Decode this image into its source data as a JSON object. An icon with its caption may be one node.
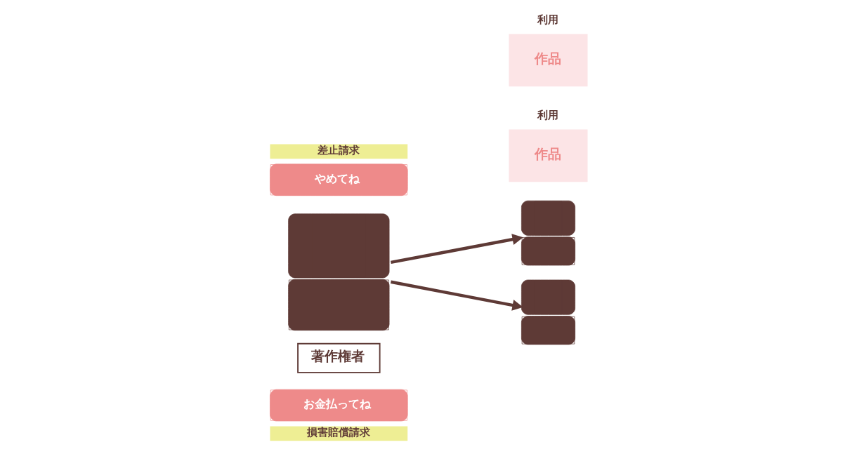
{
  "diagram": {
    "nodes": [
      {
        "text": [],
        "shape": "person"
      },
      {
        "text": [
          "著作権者"
        ]
      },
      {
        "text": [
          "差止請求",
          "やめてね"
        ]
      },
      {
        "text": [],
        "shape": "person"
      },
      {
        "text": [
          "利用",
          "作品"
        ]
      },
      {
        "text": [
          "お金払ってね",
          "損害賠償請求"
        ]
      },
      {
        "text": [],
        "shape": "person"
      },
      {
        "text": [
          "利用",
          "作品"
        ]
      }
    ],
    "edges": [
      {
        "from": 0,
        "to": 3,
        "arrow": "to"
      },
      {
        "from": 0,
        "to": 6,
        "arrow": "to"
      }
    ]
  }
}
